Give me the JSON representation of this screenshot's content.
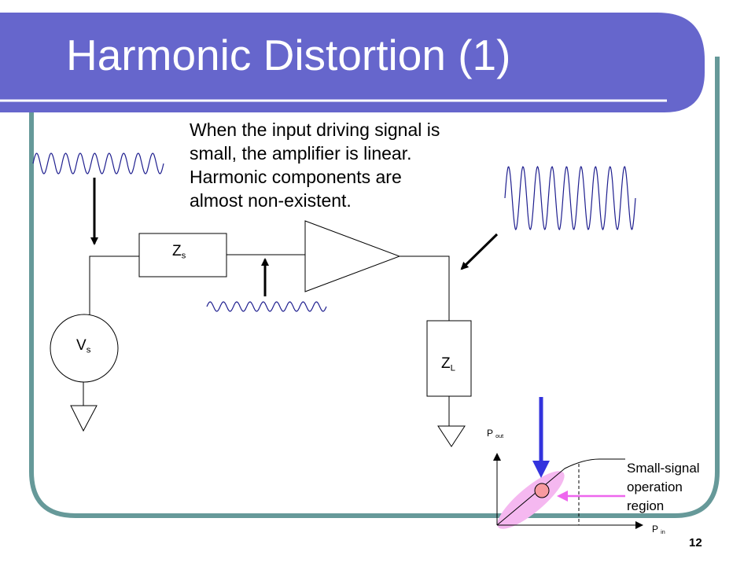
{
  "slide": {
    "title": "Harmonic Distortion (1)",
    "body_lines": [
      "When the input driving signal is",
      "small, the amplifier is linear.",
      "Harmonic components are",
      "almost non-existent."
    ],
    "page_number": "12"
  },
  "circuit": {
    "source_impedance": {
      "main": "Z",
      "sub": "s"
    },
    "source": {
      "main": "V",
      "sub": "s"
    },
    "load_impedance": {
      "main": "Z",
      "sub": "L"
    }
  },
  "inset_plot": {
    "y_axis": {
      "main": "P",
      "sub": "out"
    },
    "x_axis": {
      "main": "P",
      "sub": "in"
    },
    "caption_lines": [
      "Small-signal",
      "operation",
      "region"
    ]
  },
  "colors": {
    "header": "#6666CC",
    "frame": "#669999",
    "waveform": "#1F1F8F",
    "highlight": "#F5B8F0",
    "marker_fill": "#F79AA0",
    "arrow_blue": "#3333DD",
    "arrow_pink": "#EE66EE"
  }
}
